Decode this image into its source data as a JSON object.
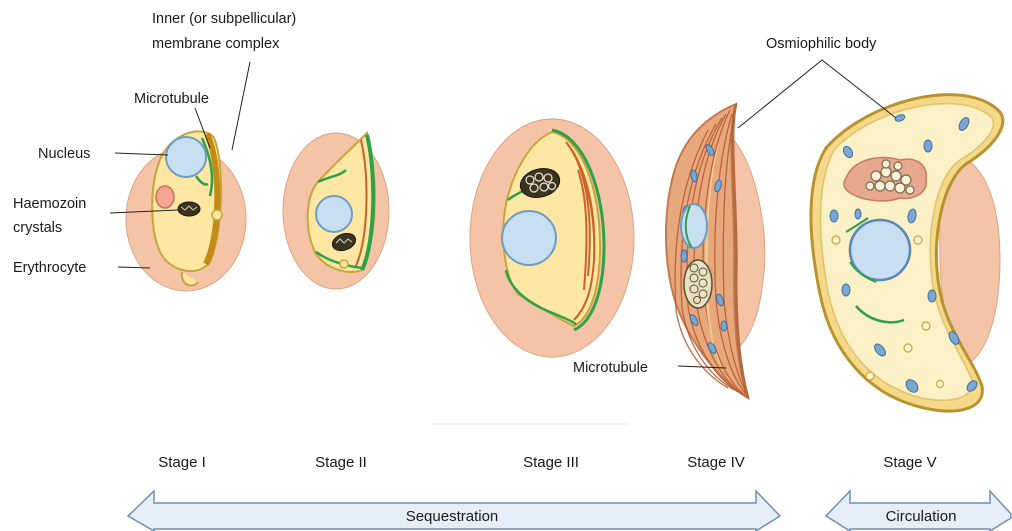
{
  "labels": {
    "inner_membrane_line1": "Inner (or subpellicular)",
    "inner_membrane_line2": "membrane complex",
    "microtubule_top": "Microtubule",
    "nucleus": "Nucleus",
    "haemozoin_line1": "Haemozoin",
    "haemozoin_line2": "crystals",
    "erythrocyte": "Erythrocyte",
    "osmiophilic_body": "Osmiophilic body",
    "microtubule_bottom": "Microtubule"
  },
  "stages": [
    "Stage I",
    "Stage II",
    "Stage III",
    "Stage IV",
    "Stage V"
  ],
  "arrows": {
    "sequestration": "Sequestration",
    "circulation": "Circulation"
  },
  "colors": {
    "erythrocyte_fill": "#f5c4a6",
    "erythrocyte_stroke": "#d49a7a",
    "cytoplasm_fill": "#fde7a3",
    "cytoplasm_stroke": "#c9a43a",
    "nucleus_fill": "#c8dff2",
    "nucleus_stroke": "#6f9cc4",
    "membrane_green": "#2da24a",
    "microtubule_orange": "#c8642a",
    "osmiophilic_fill": "#7aa7d3",
    "arrow_fill": "#e6eff8",
    "arrow_stroke": "#6f8fb0"
  }
}
